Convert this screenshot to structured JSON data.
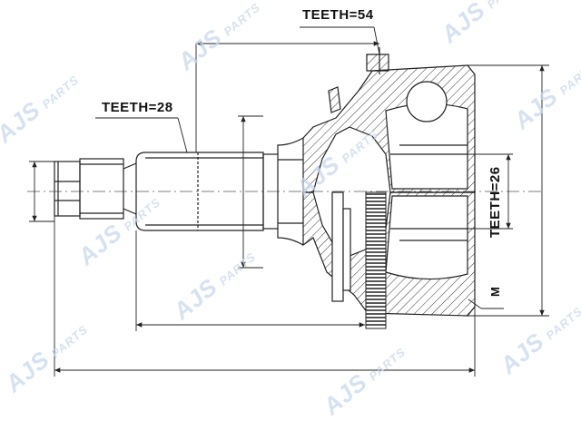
{
  "labels": {
    "teeth_outer": "TEETH=54",
    "teeth_shaft": "TEETH=28",
    "teeth_inner": "TEETH=26",
    "thread": "M"
  },
  "watermark": {
    "brand": "AJS",
    "suffix": "PARTS"
  },
  "colors": {
    "line": "#222222",
    "watermark": "#c9d9ec"
  }
}
